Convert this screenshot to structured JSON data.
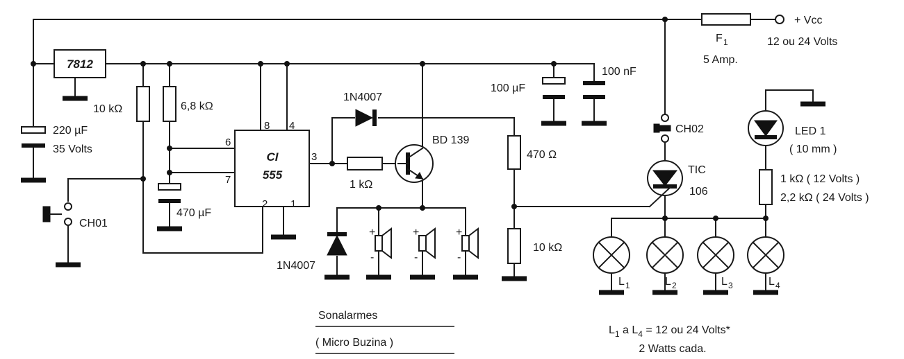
{
  "regulator": {
    "name": "7812"
  },
  "ic": {
    "line1": "CI",
    "line2": "555",
    "pin8": "8",
    "pin4": "4",
    "pin6": "6",
    "pin7": "7",
    "pin3": "3",
    "pin2": "2",
    "pin1": "1"
  },
  "resistors": {
    "r1": "10 kΩ",
    "r2": "6,8 kΩ",
    "r_base": "1 kΩ",
    "r_470": "470 Ω",
    "r_10k_b": "10 kΩ",
    "r_led_12": "1 kΩ ( 12 Volts )",
    "r_led_24": "2,2 kΩ ( 24 Volts )"
  },
  "capacitors": {
    "c_220_value": "220 µF",
    "c_220_voltage": "35 Volts",
    "c_470": "470 µF",
    "c_100u": "100 µF",
    "c_100n": "100 nF"
  },
  "diodes": {
    "d1": "1N4007",
    "d2": "1N4007"
  },
  "transistor": {
    "name": "BD 139"
  },
  "switches": {
    "ch01": "CH01",
    "ch02": "CH02"
  },
  "thyristor": {
    "line1": "TIC",
    "line2": "106"
  },
  "led": {
    "name": "LED 1",
    "size": "( 10 mm )"
  },
  "fuse": {
    "name": "F",
    "sub": "1",
    "rating": "5 Amp."
  },
  "supply": {
    "label": "+ Vcc",
    "voltage": "12 ou 24 Volts"
  },
  "lamps": [
    {
      "name": "L",
      "sub": "1"
    },
    {
      "name": "L",
      "sub": "2"
    },
    {
      "name": "L",
      "sub": "3"
    },
    {
      "name": "L",
      "sub": "4"
    }
  ],
  "lamp_note": {
    "l1": "L",
    "l1_sub": "1",
    "mid": " a L",
    "l4_sub": "4",
    "rest": " = 12 ou 24 Volts*",
    "line2": "2 Watts cada."
  },
  "speakers": {
    "plus": "+",
    "minus": "-"
  },
  "caption": {
    "line1": "Sonalarmes",
    "line2": "( Micro Buzina )"
  }
}
